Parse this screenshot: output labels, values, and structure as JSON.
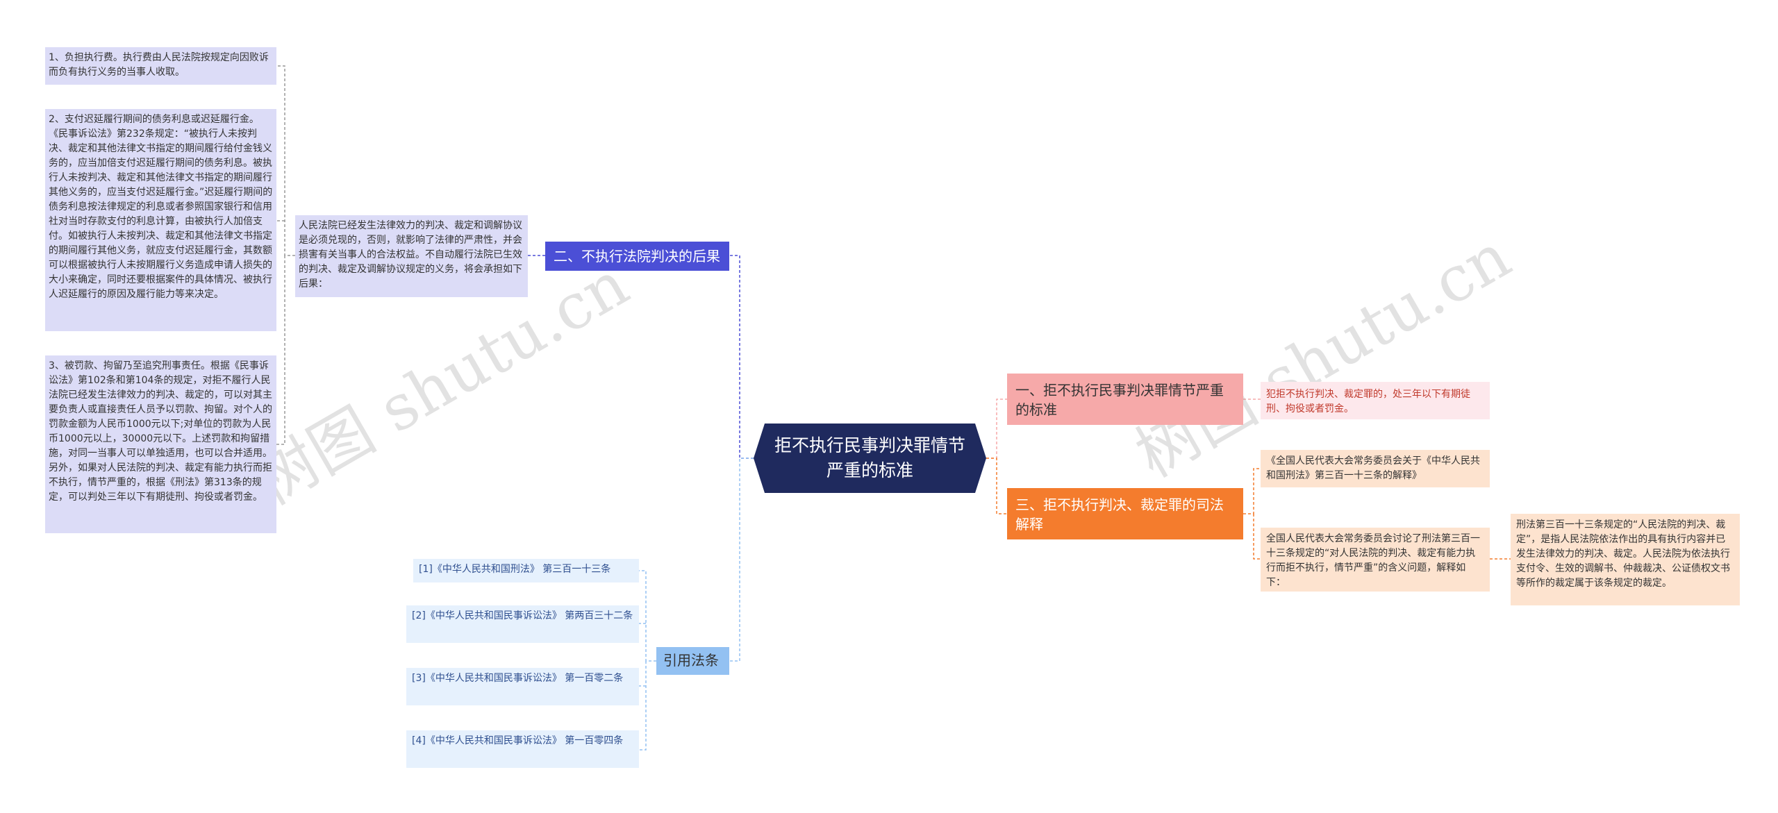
{
  "center": {
    "title": "拒不执行民事判决罪情节严重的标准"
  },
  "left": {
    "branch2": {
      "label": "二、不执行法院判决的后果",
      "intro": "人民法院已经发生法律效力的判决、裁定和调解协议是必须兑现的，否则，就影响了法律的严肃性，并会损害有关当事人的合法权益。不自动履行法院已生效的判决、裁定及调解协议规定的义务，将会承担如下后果：",
      "items": [
        "1、负担执行费。执行费由人民法院按规定向因败诉而负有执行义务的当事人收取。",
        "2、支付迟延履行期间的债务利息或迟延履行金。《民事诉讼法》第232条规定：“被执行人未按判决、裁定和其他法律文书指定的期间履行给付金钱义务的，应当加倍支付迟延履行期间的债务利息。被执行人未按判决、裁定和其他法律文书指定的期间履行其他义务的，应当支付迟延履行金。”迟延履行期间的债务利息按法律规定的利息或者参照国家银行和信用社对当时存款支付的利息计算，由被执行人加倍支付。如被执行人未按判决、裁定和其他法律文书指定的期间履行其他义务，就应支付迟延履行金，其数额可以根据被执行人未按期履行义务造成申请人损失的大小来确定，同时还要根据案件的具体情况、被执行人迟延履行的原因及履行能力等来决定。",
        "3、被罚款、拘留乃至追究刑事责任。根据《民事诉讼法》第102条和第104条的规定，对拒不履行人民法院已经发生法律效力的判决、裁定的，可以对其主要负责人或直接责任人员予以罚款、拘留。对个人的罚款金额为人民币1000元以下;对单位的罚款为人民币1000元以上，30000元以下。上述罚款和拘留措施，对同一当事人可以单独适用，也可以合并适用。另外，如果对人民法院的判决、裁定有能力执行而拒不执行，情节严重的，根据《刑法》第313条的规定，可以判处三年以下有期徒刑、拘役或者罚金。"
      ]
    },
    "refs": {
      "label": "引用法条",
      "items": [
        "[1]《中华人民共和国刑法》 第三百一十三条",
        "[2]《中华人民共和国民事诉讼法》 第两百三十二条",
        "[3]《中华人民共和国民事诉讼法》 第一百零二条",
        "[4]《中华人民共和国民事诉讼法》 第一百零四条"
      ]
    }
  },
  "right": {
    "branch1": {
      "label": "一、拒不执行民事判决罪情节严重的标准",
      "leaf": "犯拒不执行判决、裁定罪的，处三年以下有期徒刑、拘役或者罚金。"
    },
    "branch3": {
      "label": "三、拒不执行判决、裁定罪的司法解释",
      "leaf1": "《全国人民代表大会常务委员会关于《中华人民共和国刑法》第三百一十三条的解释》",
      "leaf2": "全国人民代表大会常务委员会讨论了刑法第三百一十三条规定的“对人民法院的判决、裁定有能力执行而拒不执行，情节严重”的含义问题，解释如下：",
      "leaf3": "刑法第三百一十三条规定的“人民法院的判决、裁定”，是指人民法院依法作出的具有执行内容并已发生法律效力的判决、裁定。人民法院为依法执行支付令、生效的调解书、仲裁裁决、公证债权文书等所作的裁定属于该条规定的裁定。"
    }
  },
  "watermarks": [
    "树图 shutu.cn",
    "树图 shutu.cn"
  ],
  "colors": {
    "center": "#1f2a5e",
    "branch2": "#4b4fd6",
    "branch1": "#f6a9a9",
    "branch3": "#f47c2d",
    "refs": "#93c1f2"
  }
}
